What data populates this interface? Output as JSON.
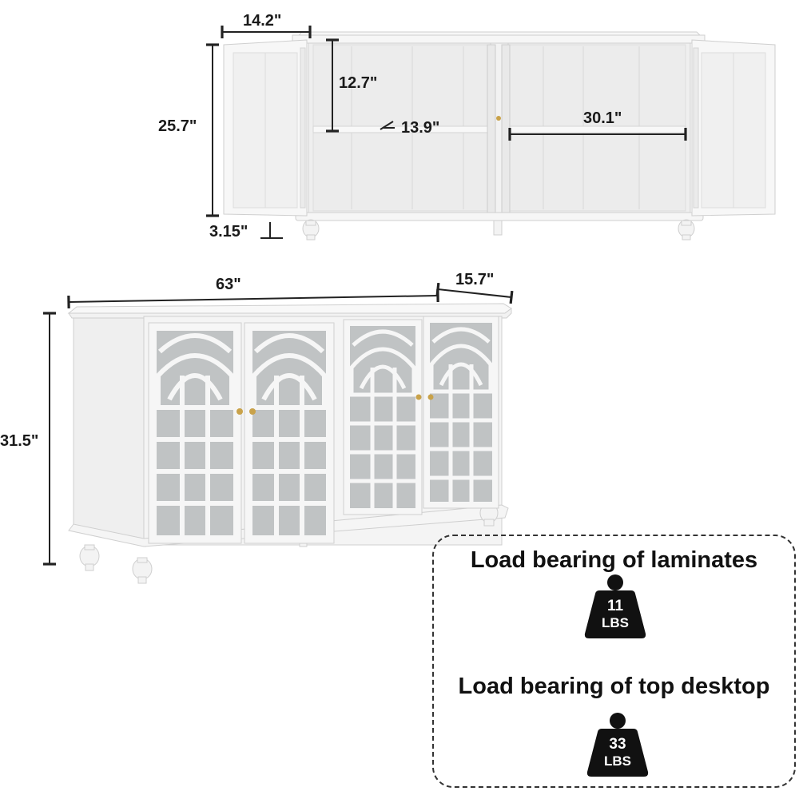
{
  "dimensions": {
    "door_width": "14.2\"",
    "shelf_gap": "12.7\"",
    "inner_height": "25.7\"",
    "shelf_depth": "13.9\"",
    "shelf_width": "30.1\"",
    "leg_height": "3.15\"",
    "total_width": "63\"",
    "total_depth": "15.7\"",
    "total_height": "31.5\""
  },
  "load_panel": {
    "laminates": {
      "title": "Load bearing of laminates",
      "value": "11",
      "unit": "LBS"
    },
    "top_desktop": {
      "title": "Load bearing of top desktop",
      "value": "33",
      "unit": "LBS"
    }
  },
  "colors": {
    "cabinet": "#f4f4f4",
    "outline": "#c8c8c8",
    "mirror": "#bfc2c3",
    "knob": "#c9a24a",
    "ink": "#111111"
  }
}
